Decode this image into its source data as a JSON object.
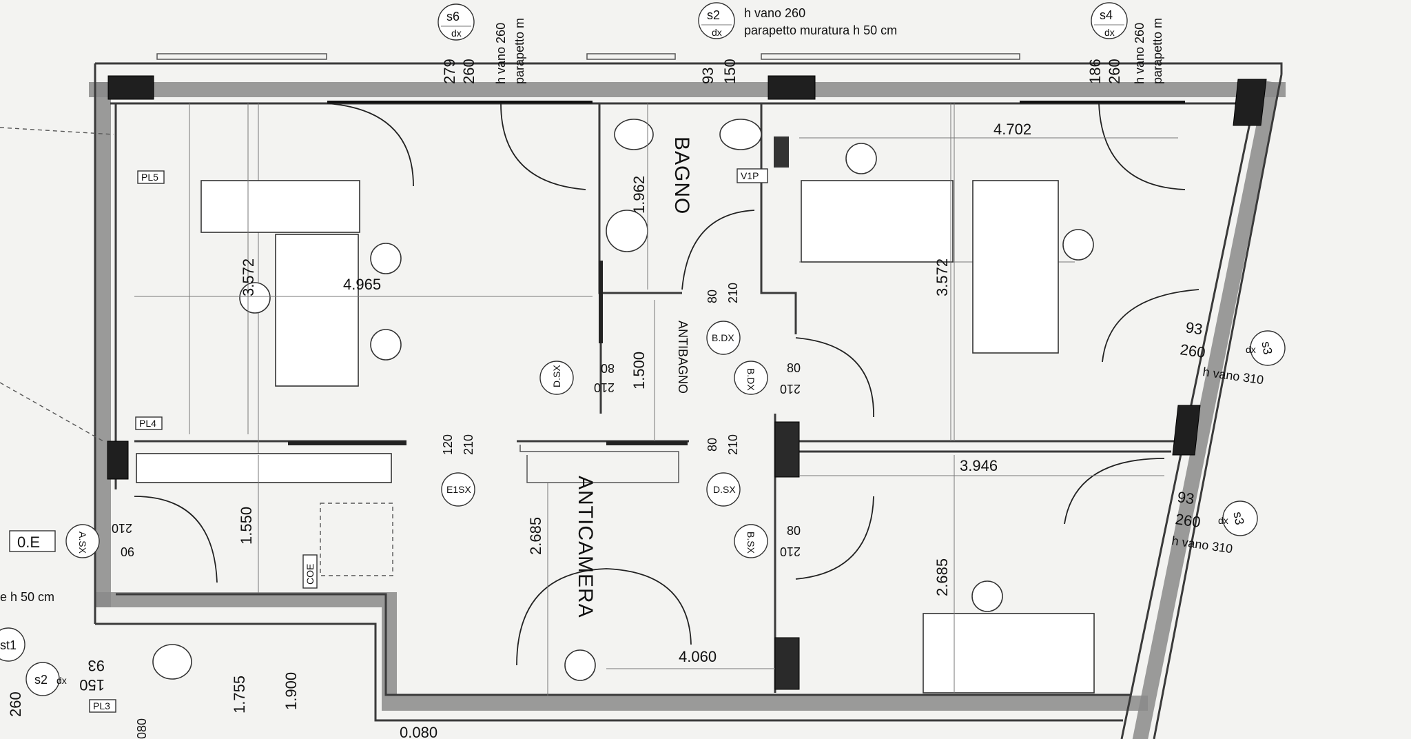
{
  "rooms": {
    "bagno": "BAGNO",
    "antibagno": "ANTIBAGNO",
    "anticamera": "ANTICAMERA"
  },
  "dimensions": {
    "d4965": "4.965",
    "d3572_left": "3.572",
    "d3572_right": "3.572",
    "d4702": "4.702",
    "d3946": "3.946",
    "d4060": "4.060",
    "d1962": "1.962",
    "d1500": "1.500",
    "d1550": "1.550",
    "d2685_left": "2.685",
    "d2685_right": "2.685",
    "d1755": "1.755",
    "d1900": "1.900",
    "d0080": "0.080"
  },
  "windows": {
    "s6": {
      "id": "s6",
      "side": "dx",
      "w": "279",
      "h": "260",
      "note": "h vano 260",
      "note2": "parapetto m"
    },
    "s2_top": {
      "id": "s2",
      "side": "dx",
      "w": "93",
      "h": "150",
      "note": "h vano 260",
      "note2": "parapetto muratura h 50 cm"
    },
    "s4": {
      "id": "s4",
      "side": "dx",
      "w": "186",
      "h": "260",
      "note": "h vano 260",
      "note2": "parapetto m"
    },
    "s3_a": {
      "id": "s3",
      "side": "dx",
      "w": "93",
      "h": "260",
      "note": "h vano 310"
    },
    "s3_b": {
      "id": "s3",
      "side": "dx",
      "w": "93",
      "h": "260",
      "note": "h vano 310"
    },
    "st1": {
      "id": "st1",
      "h": "260"
    },
    "s2_bottom": {
      "id": "s2",
      "side": "dx",
      "w": "93",
      "h": "150",
      "note": "e h 50 cm"
    }
  },
  "doors": {
    "dsx_left": {
      "tag": "D.SX",
      "w": "80",
      "h": "210"
    },
    "b_dx_top": {
      "tag": "B.DX",
      "w": "80",
      "h": "210"
    },
    "b_dx": {
      "tag": "B.DX",
      "w": "80",
      "h": "210"
    },
    "d_sx": {
      "tag": "D.SX",
      "w": "80",
      "h": "210"
    },
    "b_sx": {
      "tag": "B.SX",
      "w": "80",
      "h": "210"
    },
    "e1sx": {
      "tag": "E1SX",
      "w": "120",
      "h": "210"
    },
    "a_sx": {
      "tag": "A.SX",
      "w": "90",
      "h": "210"
    }
  },
  "tags": {
    "pl5": "PL5",
    "pl4": "PL4",
    "pl3": "PL3",
    "vip": "V1P",
    "oe": "0.E",
    "coe": "COE",
    "num080": "080"
  }
}
